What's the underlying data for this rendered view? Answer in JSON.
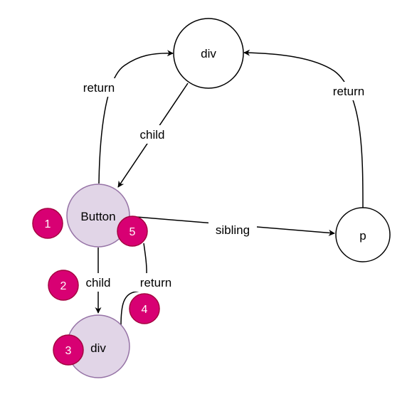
{
  "colors": {
    "highlight_fill": "#e1d5e7",
    "highlight_stroke": "#9673a6",
    "badge_fill": "#d80073",
    "badge_stroke": "#a50040",
    "line": "#000000"
  },
  "nodes": {
    "root_div": "div",
    "button": "Button",
    "child_div": "div",
    "p": "p"
  },
  "edges": {
    "root_to_button": "child",
    "button_to_root": "return",
    "p_to_root": "return",
    "button_to_p": "sibling",
    "button_to_div": "child",
    "div_to_button": "return"
  },
  "badges": [
    "1",
    "2",
    "3",
    "4",
    "5"
  ]
}
